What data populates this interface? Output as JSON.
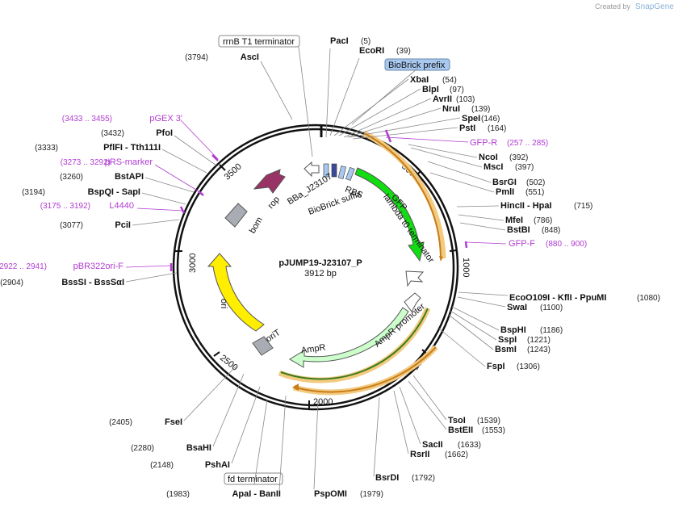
{
  "branding": {
    "created_by": "Created by",
    "product": "SnapGene"
  },
  "plasmid": {
    "name": "pJUMP19-J23107_P",
    "size": "3912 bp"
  },
  "ticks": [
    "500",
    "1000",
    "1500",
    "2000",
    "2500",
    "3000",
    "3500"
  ],
  "boxed_labels": {
    "rrnb": "rrnB T1 terminator",
    "biobrick_prefix": "BioBrick prefix",
    "fd": "fd terminator"
  },
  "features": {
    "bba": "BBa_J23107",
    "bbsuffix": "BioBrick suffix",
    "rbs": "RBS",
    "gfp": "GFP",
    "lambda": "lambda t0 terminator",
    "ampr_promoter": "AmpR promoter",
    "ampr": "AmpR",
    "orit": "oriT",
    "ori": "ori",
    "bom": "bom",
    "rop": "rop"
  },
  "enzymes_right": [
    {
      "name": "PacI",
      "pos": "(5)"
    },
    {
      "name": "EcoRI",
      "pos": "(39)"
    },
    {
      "name": "XbaI",
      "pos": "(54)"
    },
    {
      "name": "BlpI",
      "pos": "(97)"
    },
    {
      "name": "AvrII",
      "pos": "(103)"
    },
    {
      "name": "NruI",
      "pos": "(139)"
    },
    {
      "name": "SpeI",
      "pos": "(146)"
    },
    {
      "name": "PstI",
      "pos": "(164)"
    },
    {
      "name": "NcoI",
      "pos": "(392)"
    },
    {
      "name": "MscI",
      "pos": "(397)"
    },
    {
      "name": "BsrGI",
      "pos": "(502)"
    },
    {
      "name": "PmlI",
      "pos": "(551)"
    },
    {
      "name": "HincII  -  HpaI",
      "pos": "(715)"
    },
    {
      "name": "MfeI",
      "pos": "(786)"
    },
    {
      "name": "BstBI",
      "pos": "(848)"
    },
    {
      "name": "EcoO109I  -  KflI  -  PpuMI",
      "pos": "(1080)"
    },
    {
      "name": "SwaI",
      "pos": "(1100)"
    },
    {
      "name": "BspHI",
      "pos": "(1186)"
    },
    {
      "name": "SspI",
      "pos": "(1221)"
    },
    {
      "name": "BsmI",
      "pos": "(1243)"
    },
    {
      "name": "FspI",
      "pos": "(1306)"
    },
    {
      "name": "TsoI",
      "pos": "(1539)"
    },
    {
      "name": "BstEII",
      "pos": "(1553)"
    },
    {
      "name": "SacII",
      "pos": "(1633)"
    },
    {
      "name": "RsrII",
      "pos": "(1662)"
    },
    {
      "name": "BsrDI",
      "pos": "(1792)"
    },
    {
      "name": "PspOMI",
      "pos": "(1979)"
    }
  ],
  "enzymes_left": [
    {
      "name": "AscI",
      "pos": "(3794)"
    },
    {
      "name": "PfoI",
      "pos": "(3432)"
    },
    {
      "name": "PflFI  -  Tth111I",
      "pos": "(3333)"
    },
    {
      "name": "BstAPI",
      "pos": "(3260)"
    },
    {
      "name": "BspQI  -  SapI",
      "pos": "(3194)"
    },
    {
      "name": "PciI",
      "pos": "(3077)"
    },
    {
      "name": "BssSI  -  BssSαI",
      "pos": "(2904)"
    },
    {
      "name": "FseI",
      "pos": "(2405)"
    },
    {
      "name": "BsaHI",
      "pos": "(2280)"
    },
    {
      "name": "PshAI",
      "pos": "(2148)"
    },
    {
      "name": "ApaI  -  BanII",
      "pos": "(1983)"
    }
  ],
  "primers": [
    {
      "name": "GFP-R",
      "pos": "(257 .. 285)"
    },
    {
      "name": "GFP-F",
      "pos": "(880 .. 900)"
    },
    {
      "name": "pGEX 3'",
      "pos": "(3433 .. 3455)"
    },
    {
      "name": "pRS-marker",
      "pos": "(3273 .. 3292)"
    },
    {
      "name": "L4440",
      "pos": "(3175 .. 3192)"
    },
    {
      "name": "pBR322ori-F",
      "pos": "(2922 .. 2941)"
    }
  ],
  "colors": {
    "gfp": "#11dd11",
    "ampr": "#ccffcc",
    "ori": "#ffee00",
    "rop": "#993366",
    "grey_feature": "#a9adb3",
    "primer": "#b03cd0",
    "primer_arc": "#f2ca80",
    "biobrick_fill": "#a8c8f0"
  }
}
